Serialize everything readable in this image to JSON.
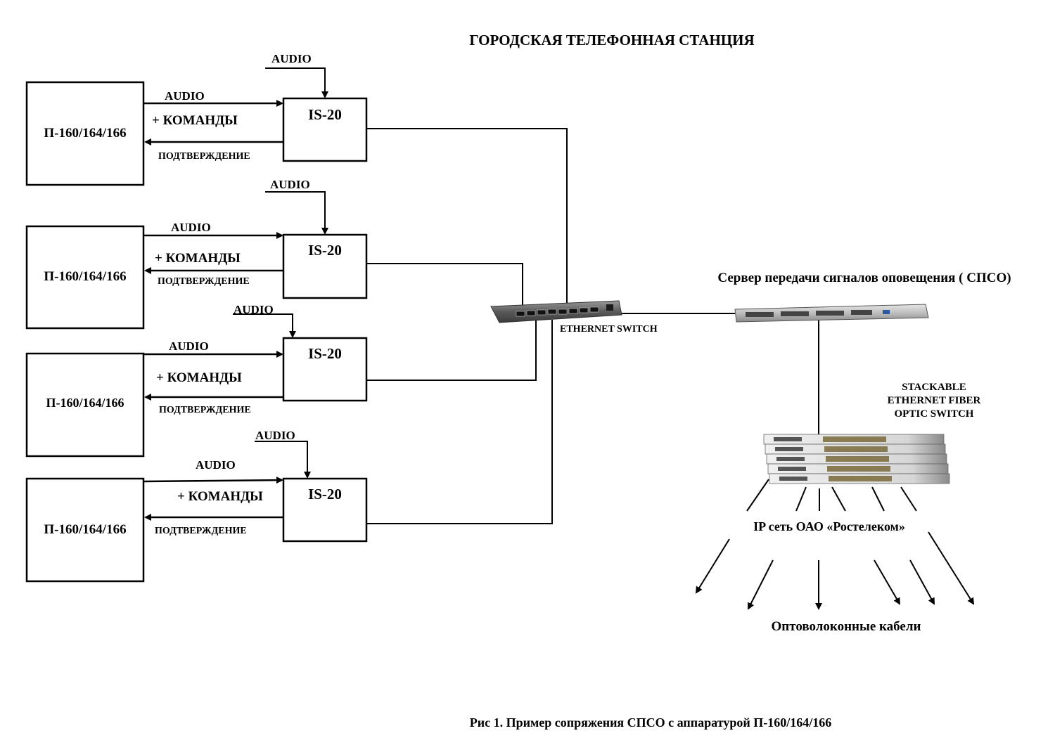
{
  "title": "ГОРОДСКАЯ ТЕЛЕФОННАЯ СТАНЦИЯ",
  "caption": "Рис 1.  Пример сопряжения СПСО с аппаратурой П-160/164/166",
  "rows": [
    {
      "device": "П-160/164/166",
      "unit": "IS-20",
      "audio_in": "AUDIO",
      "audio": "AUDIO",
      "commands": "+ КОМАНДЫ",
      "confirm": "ПОДТВЕРЖДЕНИЕ"
    },
    {
      "device": "П-160/164/166",
      "unit": "IS-20",
      "audio_in": "AUDIO",
      "audio": "AUDIO",
      "commands": "+ КОМАНДЫ",
      "confirm": "ПОДТВЕРЖДЕНИЕ"
    },
    {
      "device": "П-160/164/166",
      "unit": "IS-20",
      "audio_in": "AUDIO",
      "audio": "AUDIO",
      "commands": "+ КОМАНДЫ",
      "confirm": "ПОДТВЕРЖДЕНИЕ"
    },
    {
      "device": "П-160/164/166",
      "unit": "IS-20",
      "audio_in": "AUDIO",
      "audio": "AUDIO",
      "commands": "+ КОМАНДЫ",
      "confirm": "ПОДТВЕРЖДЕНИЕ"
    }
  ],
  "switch": {
    "label": "ETHERNET SWITCH"
  },
  "server": {
    "label": "Сервер передачи сигналов оповещения ( СПСО)"
  },
  "fiber_switch": {
    "label_lines": [
      "STACKABLE",
      "ETHERNET FIBER",
      "OPTIC SWITCH"
    ]
  },
  "network": {
    "label": "IP сеть ОАО «Ростелеком»"
  },
  "cables": {
    "label": "Оптоволоконные кабели"
  }
}
